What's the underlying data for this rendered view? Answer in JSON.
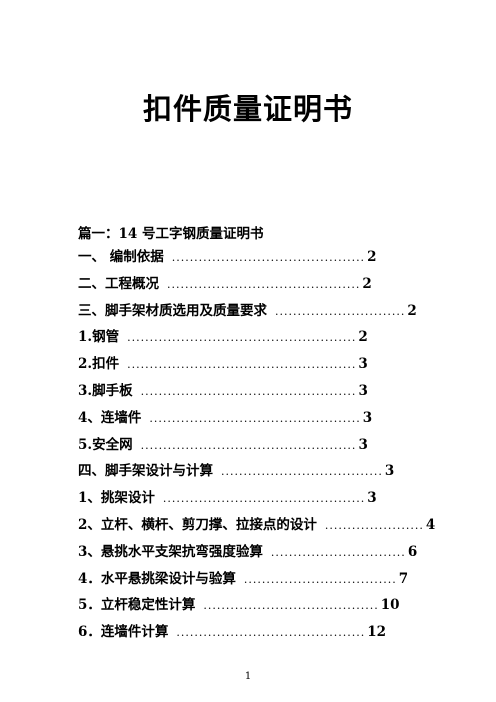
{
  "title": "扣件质量证明书",
  "heading": "篇一：14 号工字钢质量证明书",
  "toc": [
    {
      "label": "一、  编制依据",
      "leader": "...........................................",
      "page": "2"
    },
    {
      "label": "二、工程概况",
      "leader": "...........................................",
      "page": "2"
    },
    {
      "label": "三、脚手架材质选用及质量要求",
      "leader": ".............................",
      "page": "2"
    },
    {
      "label": "1.钢管",
      "leader": "...................................................",
      "page": "2"
    },
    {
      "label": "2.扣件",
      "leader": "...................................................",
      "page": "3"
    },
    {
      "label": "3.脚手板",
      "leader": "................................................",
      "page": "3"
    },
    {
      "label": "4、连墙件",
      "leader": "...............................................",
      "page": "3"
    },
    {
      "label": "5.安全网",
      "leader": "................................................",
      "page": "3"
    },
    {
      "label": "四、脚手架设计与计算",
      "leader": "....................................",
      "page": "3"
    },
    {
      "label": "1、挑架设计",
      "leader": ".............................................",
      "page": "3"
    },
    {
      "label": "2、立杆、横杆、剪刀撑、拉接点的设计",
      "leader": "......................",
      "page": "4"
    },
    {
      "label": "3、悬挑水平支架抗弯强度验算",
      "leader": "..............................",
      "page": "6"
    },
    {
      "label": "4．水平悬挑梁设计与验算",
      "leader": "..................................",
      "page": "7"
    },
    {
      "label": "5．立杆稳定性计算",
      "leader": ".......................................",
      "page": "10"
    },
    {
      "label": "6．连墙件计算",
      "leader": "..........................................",
      "page": "12"
    }
  ],
  "page_number": "1"
}
